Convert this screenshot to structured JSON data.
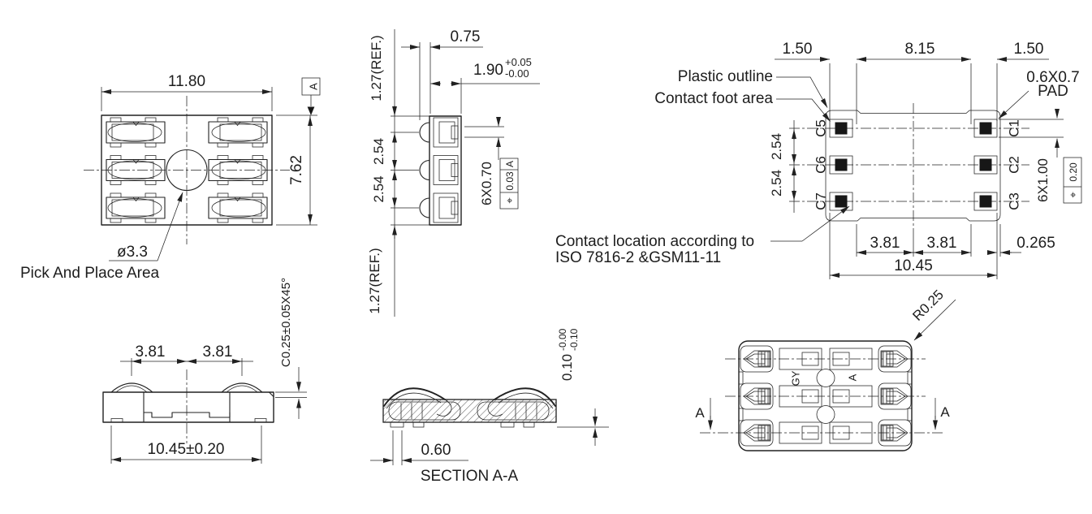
{
  "drawing": {
    "background": "#ffffff",
    "ink": "#212121",
    "views": {
      "top": {
        "dim_width": "11.80",
        "dim_height": "7.62",
        "datum": "A",
        "hole_dia": "ø3.3",
        "hole_note": "Pick And Place Area"
      },
      "side": {
        "ref_top": "1.27(REF.)",
        "ref_bottom": "1.27(REF.)",
        "dim_tip": "0.75",
        "dim_body": "1.90",
        "dim_body_tol_up": "+0.05",
        "dim_body_tol_dn": "-0.00",
        "pitch_a": "2.54",
        "pitch_b": "2.54",
        "contact_width": "6X0.70",
        "fcf_symbol": "⌖",
        "fcf_tol": "0.03",
        "fcf_datum": "A"
      },
      "footprint": {
        "dim_left": "1.50",
        "dim_span": "8.15",
        "dim_right": "1.50",
        "label_outline": "Plastic outline",
        "label_foot": "Contact foot area",
        "pad_size": "0.6X0.7",
        "pad_word": "PAD",
        "pads_left": [
          "C5",
          "C6",
          "C7"
        ],
        "pads_right": [
          "C1",
          "C2",
          "C3"
        ],
        "pitch_a": "2.54",
        "pitch_b": "2.54",
        "pad_height": "6X1.00",
        "fcf_symbol": "⌖",
        "fcf_tol": "0.20",
        "dim_381a": "3.81",
        "dim_381b": "3.81",
        "dim_edge": "0.265",
        "dim_total": "10.45",
        "note1": "Contact location according to",
        "note2": "ISO 7816-2 &GSM11-11"
      },
      "front": {
        "dim_381a": "3.81",
        "dim_381b": "3.81",
        "chamfer": "C0.25±0.05X45°",
        "dim_total": "10.45±0.20"
      },
      "section": {
        "dim_slot": "0.60",
        "dim_stand": "0.10",
        "tol_up": "-0.00",
        "tol_dn": "-0.10",
        "title": "SECTION A-A"
      },
      "bottom": {
        "radius": "R0.25",
        "mark_gy": "GY",
        "mark_a": "A",
        "cut_left": "A",
        "cut_right": "A"
      }
    }
  }
}
